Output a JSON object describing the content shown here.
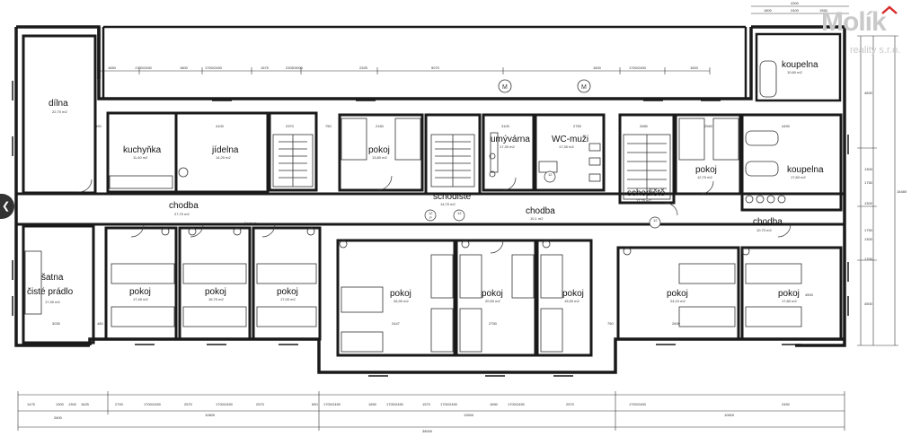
{
  "logo": {
    "name": "Molík",
    "sub": "reality s.r.o."
  },
  "nav": {
    "prev_icon": "chevron-left-icon"
  },
  "rooms": [
    {
      "id": "dilna",
      "label": "dílna",
      "area": "22,70 m2"
    },
    {
      "id": "kuchynka",
      "label": "kuchyňka",
      "area": "11,40 m2"
    },
    {
      "id": "jidelna",
      "label": "jídelna",
      "area": "14,20 m2"
    },
    {
      "id": "pokoj-top1",
      "label": "pokoj",
      "area": "13,80 m2"
    },
    {
      "id": "umyvarna",
      "label": "umývárna",
      "area": "17,30 m2"
    },
    {
      "id": "wc-muzi",
      "label": "WC-muži",
      "area": "17,30 m2"
    },
    {
      "id": "schodiste-1",
      "label": "schodiště",
      "area": "14,70 m2"
    },
    {
      "id": "schodiste-2",
      "label": "schodiště",
      "area": "17,75 m2"
    },
    {
      "id": "pokoj-top2",
      "label": "pokoj",
      "area": "12,70 m2"
    },
    {
      "id": "koupelna-1",
      "label": "koupelna",
      "area": "10,60 m2"
    },
    {
      "id": "koupelna-2",
      "label": "koupelna",
      "area": "17,60 m2"
    },
    {
      "id": "chodba-1",
      "label": "chodba",
      "area": "27,70 m2"
    },
    {
      "id": "chodba-2",
      "label": "chodba",
      "area": "10,1 m2"
    },
    {
      "id": "chodba-3",
      "label": "chodba",
      "area": "10,70 m2"
    },
    {
      "id": "satna",
      "label": "šatna",
      "label2": "čisté prádlo",
      "area": "17,30 m2"
    },
    {
      "id": "pokoj-b1",
      "label": "pokoj",
      "area": "17,40 m2"
    },
    {
      "id": "pokoj-b2",
      "label": "pokoj",
      "area": "16,70 m2"
    },
    {
      "id": "pokoj-b3",
      "label": "pokoj",
      "area": "17,00 m2"
    },
    {
      "id": "pokoj-b4",
      "label": "pokoj",
      "area": "26,90 m2"
    },
    {
      "id": "pokoj-b5",
      "label": "pokoj",
      "area": "20,50 m2"
    },
    {
      "id": "pokoj-b6",
      "label": "pokoj",
      "area": "15,50 m2"
    },
    {
      "id": "pokoj-b7",
      "label": "pokoj",
      "area": "24,10 m2"
    },
    {
      "id": "pokoj-b8",
      "label": "pokoj",
      "area": "17,80 m2"
    }
  ],
  "dimensions": {
    "top_chain": [
      "1650",
      "1700/2450",
      "1800",
      "1700/2450",
      "1575",
      "2305/3000",
      "2325",
      "5070",
      "1600",
      "1700/2450",
      "1600"
    ],
    "top_right": [
      "4300",
      "1800",
      "2400",
      "1550"
    ],
    "bottom_chain1": [
      "1475",
      "1300",
      "1300",
      "1625",
      "2700",
      "1700/2450",
      "2570",
      "1700/2450",
      "2570",
      "650",
      "1700/2450",
      "1650",
      "1700/2450",
      "1570",
      "1700/2450",
      "1650",
      "1700/2450",
      "2570",
      "1700/2450",
      "2450"
    ],
    "bottom_chain2": [
      "2600",
      "10800",
      "13500",
      "10820"
    ],
    "bottom_total": "38000",
    "right_chain": [
      "4600",
      "1300",
      "1750",
      "1300",
      "1750",
      "1300",
      "1700",
      "4500"
    ],
    "right_total": "16480",
    "interior": [
      "2447",
      "2750",
      "2600",
      "3030",
      "3100",
      "2750",
      "2680",
      "2160",
      "2560",
      "2370",
      "4100",
      "4490",
      "750",
      "480",
      "750",
      "590",
      "4500"
    ]
  },
  "markers": {
    "door": "12",
    "door_sub": "P",
    "meter": "M",
    "stair_note": "Kocluut"
  },
  "colors": {
    "wall": "#1a1a1a",
    "line": "#222222",
    "logo": "#c9c9c9",
    "accent": "#d92a2a"
  }
}
